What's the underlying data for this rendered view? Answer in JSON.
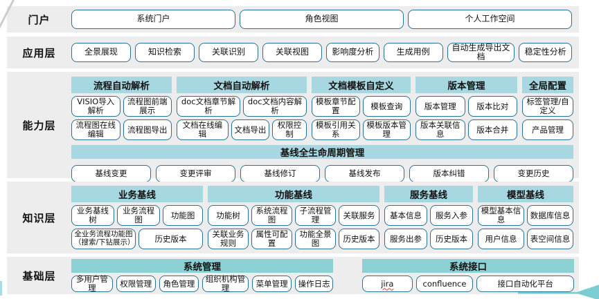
{
  "layers": {
    "portal": {
      "label": "门户",
      "items": [
        "系统门户",
        "角色视图",
        "个人工作空间"
      ]
    },
    "application": {
      "label": "应用层",
      "items": [
        "全景展现",
        "知识检索",
        "关联识别",
        "关联视图",
        "影响度分析",
        "生成用例",
        "自动生成导出文档",
        "稳定性分析"
      ]
    },
    "capability": {
      "label": "能力层",
      "groups": [
        {
          "title": "流程自动解析",
          "row1": [
            "VISIO导入解析",
            "流程图前端展示"
          ],
          "row2": [
            "流程图在线编辑",
            "流程图导出"
          ]
        },
        {
          "title": "文档自动解析",
          "row1": [
            "doc文档章节解析",
            "doc文档内容解析"
          ],
          "row2": [
            "文档在线编辑",
            "文档导出",
            "权限控制"
          ]
        },
        {
          "title": "文档模板自定义",
          "row1": [
            "模板章节配置",
            "模板查询"
          ],
          "row2": [
            "模板引用关系",
            "模板版本管理"
          ]
        },
        {
          "title": "版本管理",
          "row1": [
            "版本管理",
            "版本比对"
          ],
          "row2": [
            "版本关联信息",
            "版本合并"
          ]
        },
        {
          "title": "全局配置",
          "row1": [
            "标签管理/自定义"
          ],
          "row2": [
            "产品管理"
          ]
        }
      ],
      "baseline": {
        "title": "基线全生命周期管理",
        "items": [
          "基线变更",
          "变更评审",
          "基线修订",
          "基线发布",
          "版本纠错",
          "变更历史"
        ]
      }
    },
    "knowledge": {
      "label": "知识层",
      "groups": [
        {
          "title": "业务基线",
          "row1": [
            "业务基线树",
            "业务流程图",
            "功能图"
          ],
          "row2": [
            "全业务流程功能图（搜索/下钻展示）",
            "历史版本"
          ]
        },
        {
          "title": "功能基线",
          "row1": [
            "功能树",
            "系统流程图",
            "子流程管理",
            "关联服务"
          ],
          "row2": [
            "关联业务规则",
            "属性可配置",
            "功能全景图",
            "历史版本"
          ]
        },
        {
          "title": "服务基线",
          "row1": [
            "基本信息",
            "服务入参"
          ],
          "row2": [
            "服务出参",
            "历史版本"
          ]
        },
        {
          "title": "模型基线",
          "row1": [
            "模型基本信息",
            "数据库信息"
          ],
          "row2": [
            "用户信息",
            "表空间信息"
          ]
        }
      ]
    },
    "foundation": {
      "label": "基础层",
      "groups": [
        {
          "title": "系统管理",
          "items": [
            "多用户管理",
            "权限管理",
            "角色管理",
            "组织机构管理",
            "菜单管理",
            "操作日志"
          ]
        },
        {
          "title": "系统接口",
          "items": [
            "jira",
            "confluence",
            "接口自动化平台"
          ]
        }
      ]
    }
  },
  "colors": {
    "section_background": "#ededed",
    "group_header_band": "#a7d8e2",
    "foundation_band": "#8bd0d2",
    "button_border": "#2a7090",
    "accent_arrow": "#7ccdd2",
    "spellcheck_underline": "#d83a2e"
  }
}
